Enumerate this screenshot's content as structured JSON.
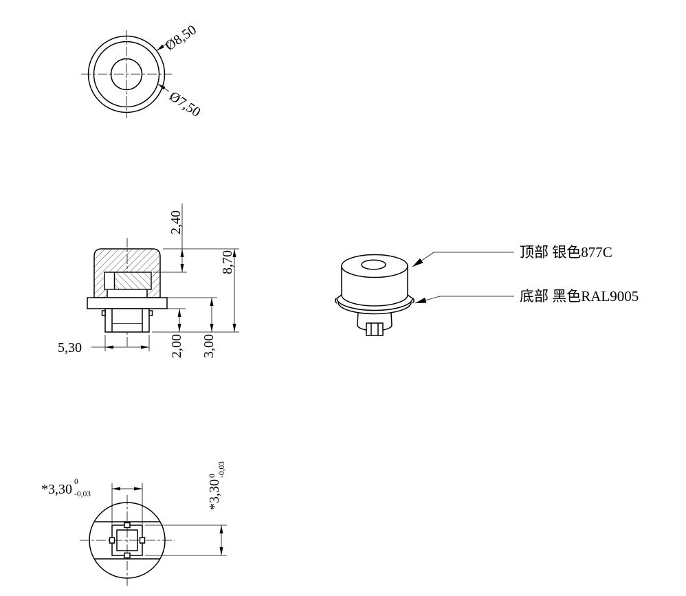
{
  "drawing": {
    "background": "#ffffff",
    "line_color": "#000000",
    "top_view": {
      "dim_outer_diameter": "Ø8,50",
      "dim_inner_diameter": "Ø7,50"
    },
    "section_view": {
      "dim_cap_depth": "2,40",
      "dim_total_height": "8,70",
      "dim_stem_height": "2,00",
      "dim_flange_height": "3,00",
      "dim_stem_diameter": "5,30"
    },
    "iso_view": {
      "label_top": "顶部 银色877C",
      "label_bottom": "底部 黑色RAL9005"
    },
    "bottom_view": {
      "width": {
        "value": "*3,30",
        "tol_upper": "0",
        "tol_lower": "-0,03"
      },
      "height": {
        "value": "*3,30",
        "tol_upper": "0",
        "tol_lower": "-0,03"
      }
    }
  }
}
